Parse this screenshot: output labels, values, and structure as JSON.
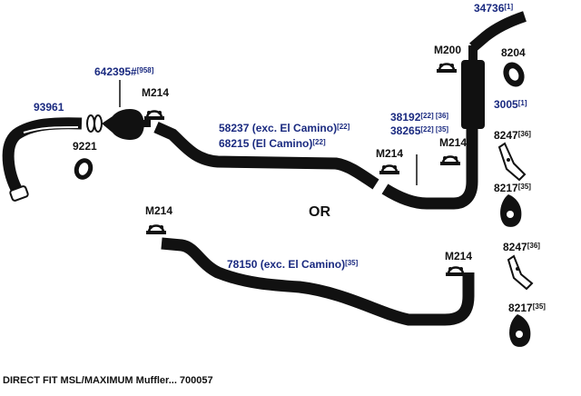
{
  "parts": {
    "p34736": {
      "num": "34736",
      "ref": "[1]"
    },
    "m200": {
      "num": "M200"
    },
    "p8204": {
      "num": "8204"
    },
    "p3005": {
      "num": "3005",
      "ref": "[1]"
    },
    "p642395": {
      "num": "642395#",
      "ref": "[958]"
    },
    "m214_a": {
      "num": "M214"
    },
    "p93961": {
      "num": "93961"
    },
    "p9221": {
      "num": "9221"
    },
    "p58237": {
      "num": "58237 (exc. El Camino)",
      "ref": "[22]"
    },
    "p68215": {
      "num": "68215 (El Camino)",
      "ref": "[22]"
    },
    "p38192": {
      "num": "38192",
      "ref": "[22] [36]"
    },
    "p38265": {
      "num": "38265",
      "ref": "[22] [35]"
    },
    "m214_b": {
      "num": "M214"
    },
    "m214_c": {
      "num": "M214"
    },
    "p8247_a": {
      "num": "8247",
      "ref": "[36]"
    },
    "p8217_a": {
      "num": "8217",
      "ref": "[35]"
    },
    "or_label": "OR",
    "m214_d": {
      "num": "M214"
    },
    "p78150": {
      "num": "78150 (exc. El Camino)",
      "ref": "[35]"
    },
    "m214_e": {
      "num": "M214"
    },
    "p8247_b": {
      "num": "8247",
      "ref": "[36]"
    },
    "p8217_b": {
      "num": "8217",
      "ref": "[35]"
    }
  },
  "footer": "DIRECT FIT MSL/MAXIMUM Muffler... 700057"
}
